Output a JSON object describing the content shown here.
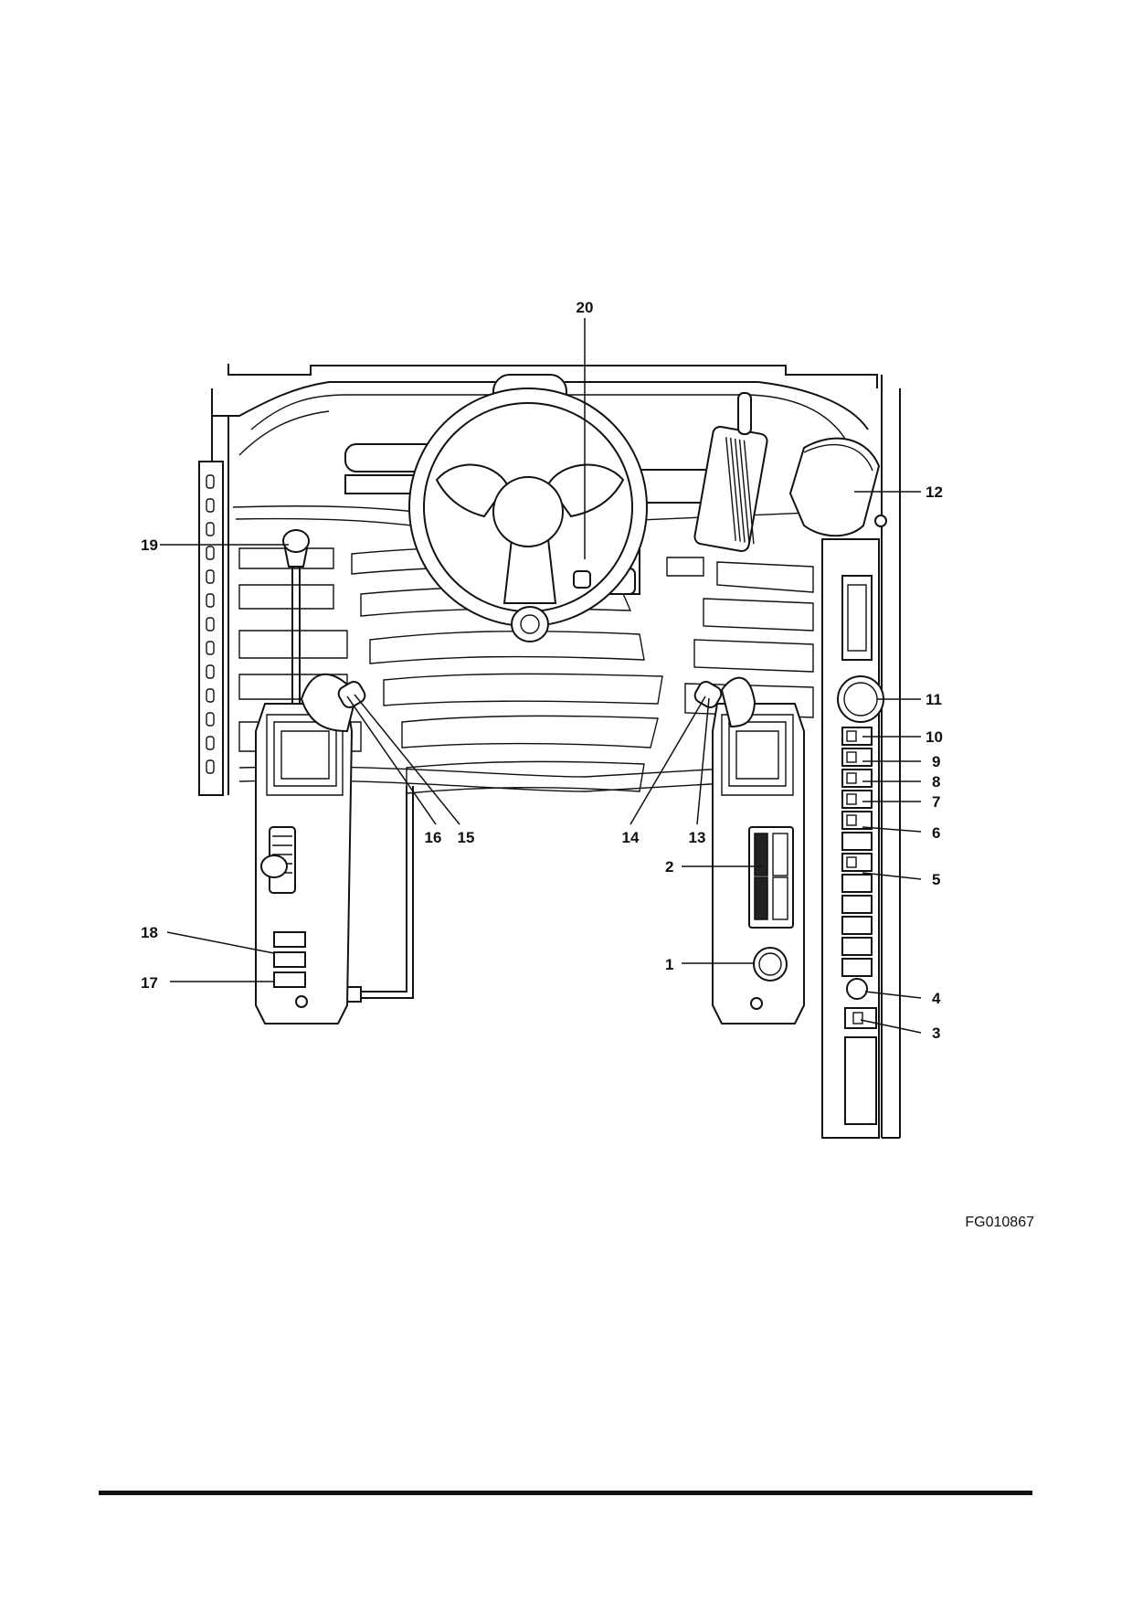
{
  "figure": {
    "id_code": "FG010867",
    "callouts": [
      {
        "label": "1"
      },
      {
        "label": "2"
      },
      {
        "label": "3"
      },
      {
        "label": "4"
      },
      {
        "label": "5"
      },
      {
        "label": "6"
      },
      {
        "label": "7"
      },
      {
        "label": "8"
      },
      {
        "label": "9"
      },
      {
        "label": "10"
      },
      {
        "label": "11"
      },
      {
        "label": "12"
      },
      {
        "label": "13"
      },
      {
        "label": "14"
      },
      {
        "label": "15"
      },
      {
        "label": "16"
      },
      {
        "label": "17"
      },
      {
        "label": "18"
      },
      {
        "label": "19"
      },
      {
        "label": "20"
      }
    ]
  },
  "colors": {
    "ink": "#111111",
    "background": "#ffffff"
  }
}
